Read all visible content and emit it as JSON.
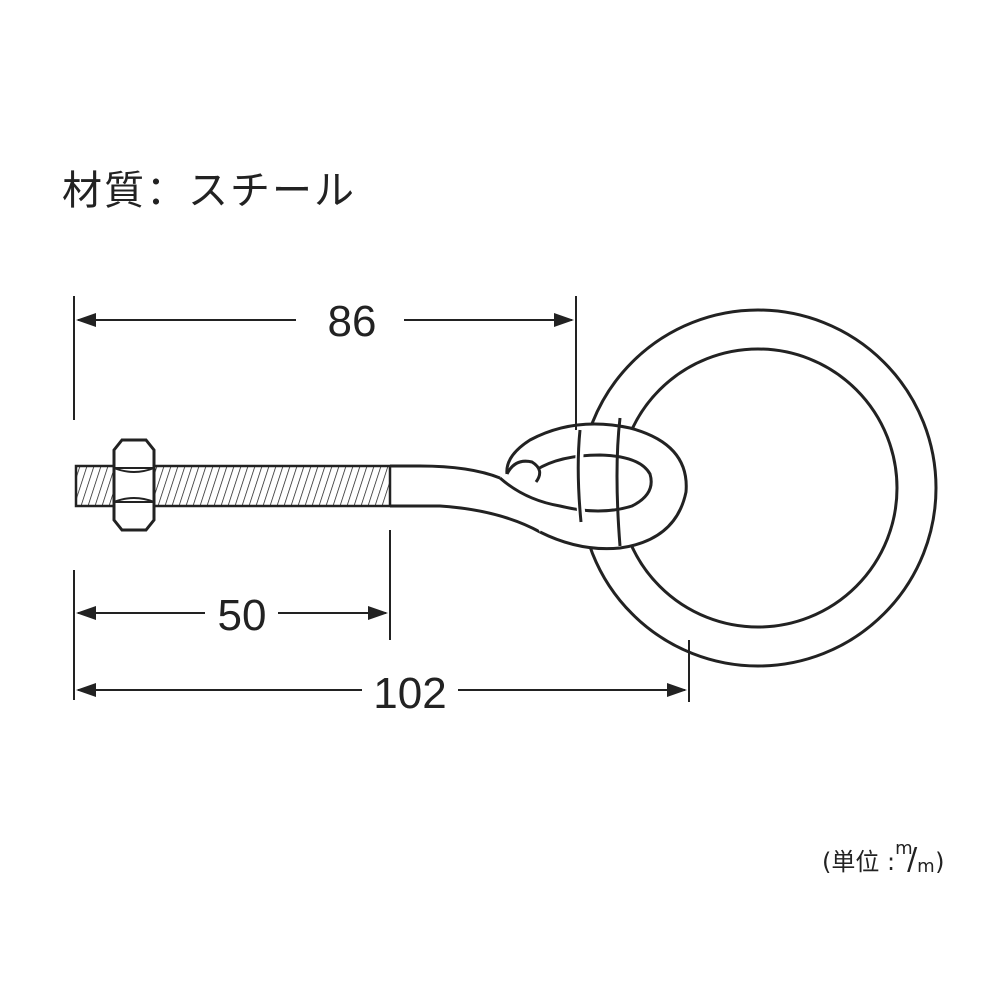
{
  "material": {
    "label": "材質：スチール"
  },
  "dimensions": {
    "overall_length": "102",
    "threaded_length": "50",
    "hook_length": "86"
  },
  "unit_note": {
    "prefix": "(単位 :",
    "numerator": "m",
    "slash": "/",
    "denominator": "m",
    "suffix": ")"
  },
  "colors": {
    "line": "#222222",
    "background": "#ffffff"
  }
}
